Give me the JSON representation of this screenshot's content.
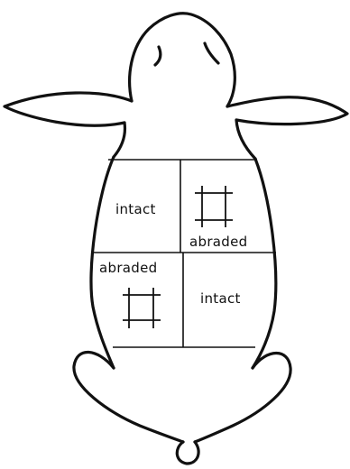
{
  "diagram": {
    "regions": [
      {
        "label": "intact"
      },
      {
        "label": "abraded"
      },
      {
        "label": "abraded"
      },
      {
        "label": "intact"
      }
    ]
  }
}
